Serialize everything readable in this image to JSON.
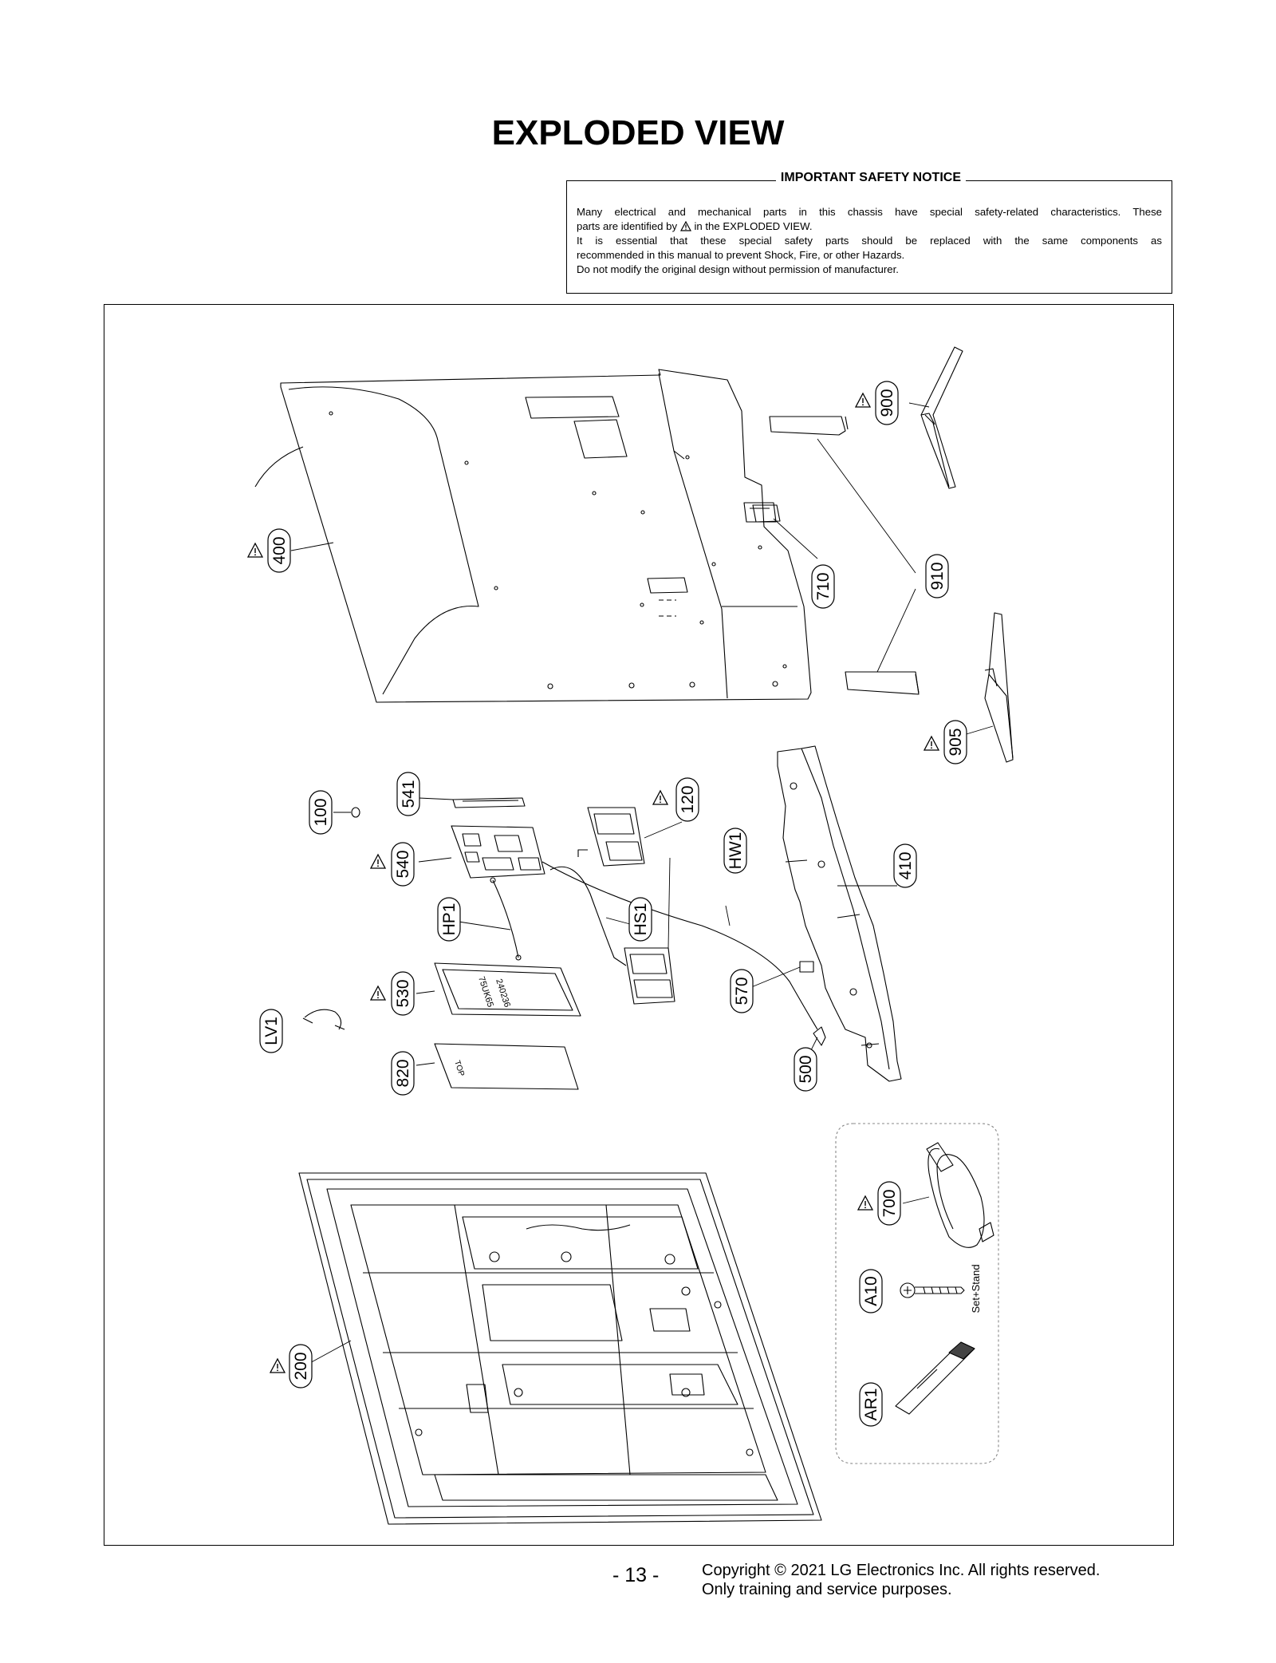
{
  "page": {
    "title": "EXPLODED VIEW",
    "page_number": "- 13 -",
    "copyright_line1": "Copyright © 2021 LG Electronics Inc. All rights reserved.",
    "copyright_line2": "Only training and service purposes."
  },
  "notice": {
    "title": "IMPORTANT SAFETY NOTICE",
    "line1": "Many electrical and mechanical parts in this chassis have special safety-related characteristics. These",
    "line2_before": "parts are identified by",
    "line2_after": "in the EXPLODED VIEW.",
    "line3": "It is essential that these special safety parts should be replaced with the same components as",
    "line4": "recommended in this manual to prevent Shock, Fire, or other Hazards.",
    "line5": "Do not modify the original design without permission of manufacturer."
  },
  "callouts": {
    "c400": "400",
    "c900": "900",
    "c910": "910",
    "c710": "710",
    "c905": "905",
    "c100": "100",
    "c541": "541",
    "c540": "540",
    "c120": "120",
    "cHW1": "HW1",
    "c410": "410",
    "cHP1": "HP1",
    "cHS1": "HS1",
    "c530": "530",
    "c570": "570",
    "cLV1": "LV1",
    "c820": "820",
    "c500": "500",
    "c700": "700",
    "cA10": "A10",
    "cAR1": "AR1",
    "c200": "200"
  },
  "part_markings": {
    "set_stand": "Set+Stand",
    "psu_model": "75UK65",
    "psu_code": "240236",
    "top_mark": "TOP"
  }
}
